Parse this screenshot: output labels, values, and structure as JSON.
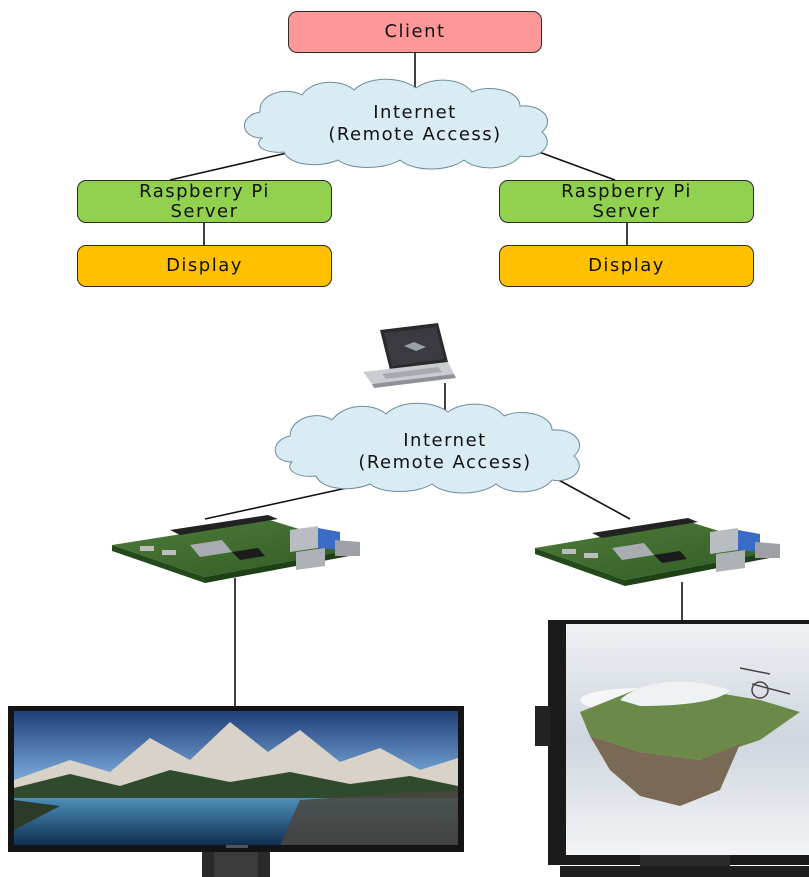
{
  "colors": {
    "client": "#ff9999",
    "server": "#92d050",
    "display": "#ffc000",
    "cloud": "#d9ecf3",
    "line": "#111111"
  },
  "top_diagram": {
    "client_label": "Client",
    "internet_line1": "Internet",
    "internet_line2": "(Remote Access)",
    "server_left_line1": "Raspberry Pi",
    "server_left_line2": "Server",
    "server_right_line1": "Raspberry Pi",
    "server_right_line2": "Server",
    "display_left_label": "Display",
    "display_right_label": "Display"
  },
  "bottom_diagram": {
    "internet_line1": "Internet",
    "internet_line2": "(Remote Access)",
    "icons": [
      "laptop-icon",
      "raspberry-pi-board-icon",
      "raspberry-pi-board-icon",
      "widescreen-monitor-icon",
      "portrait-monitor-icon"
    ]
  }
}
